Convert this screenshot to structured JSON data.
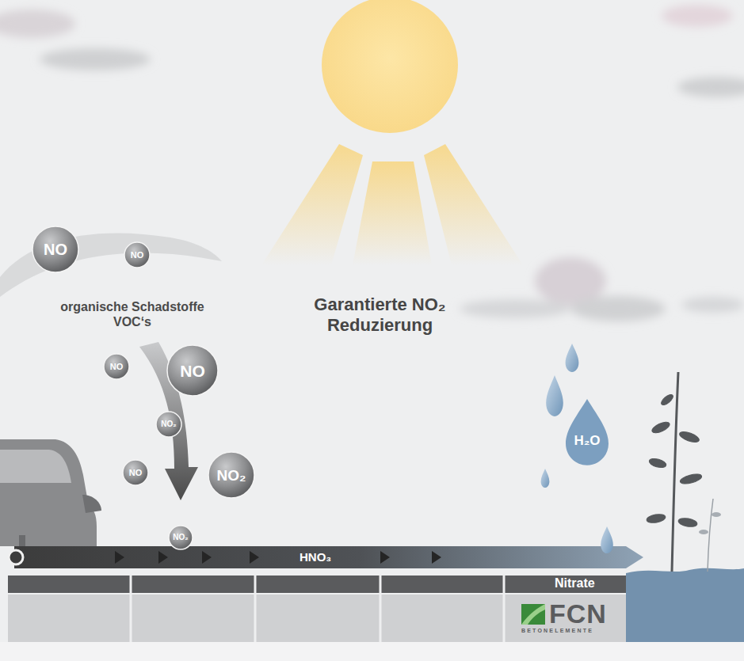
{
  "diagram": {
    "title": "Garantierte NO₂ Reduzierung",
    "nodes": [
      {
        "text": [
          "NO"
        ]
      },
      {
        "text": [
          "NO"
        ]
      },
      {
        "text": [
          "NO"
        ]
      },
      {
        "text": [
          "NO"
        ]
      },
      {
        "text": [
          "NO₂"
        ]
      },
      {
        "text": [
          "NO"
        ]
      },
      {
        "text": [
          "NO₂"
        ]
      },
      {
        "text": [
          "NO₂"
        ]
      },
      {
        "text": [
          "H₂O"
        ]
      }
    ],
    "labels": [
      "organische Schadstoffe VOC‘s",
      "HNO₃",
      "Nitrate",
      "FCN",
      "BETONELEMENTE"
    ]
  }
}
